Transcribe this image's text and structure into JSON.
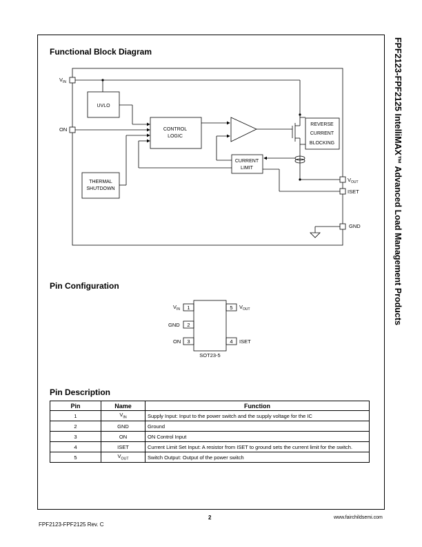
{
  "side_title": "FPF2123-FPF2125 IntelliMAX™ Advanced Load Management Products",
  "sections": {
    "block_diagram": "Functional Block Diagram",
    "pin_config": "Pin Configuration",
    "pin_description": "Pin Description"
  },
  "block_diagram": {
    "vin_label": "V",
    "vin_sub": "IN",
    "on_label": "ON",
    "vout_label": "V",
    "vout_sub": "OUT",
    "iset_label": "ISET",
    "gnd_label": "GND",
    "uvlo": "UVLO",
    "control_logic_1": "CONTROL",
    "control_logic_2": "LOGIC",
    "thermal_1": "THERMAL",
    "thermal_2": "SHUTDOWN",
    "current_limit_1": "CURRENT",
    "current_limit_2": "LIMIT",
    "reverse_1": "REVERSE",
    "reverse_2": "CURRENT",
    "reverse_3": "BLOCKING"
  },
  "pin_config": {
    "package": "SOT23-5",
    "left_pins": [
      {
        "num": "1",
        "label": "V",
        "sub": "IN"
      },
      {
        "num": "2",
        "label": "GND",
        "sub": ""
      },
      {
        "num": "3",
        "label": "ON",
        "sub": ""
      }
    ],
    "right_pins": [
      {
        "num": "5",
        "label": "V",
        "sub": "OUT"
      },
      {
        "num": "4",
        "label": "ISET",
        "sub": ""
      }
    ]
  },
  "pin_table": {
    "headers": [
      "Pin",
      "Name",
      "Function"
    ],
    "rows": [
      {
        "pin": "1",
        "name": "V",
        "name_sub": "IN",
        "function": "Supply Input: Input to the power switch and the supply voltage for the IC"
      },
      {
        "pin": "2",
        "name": "GND",
        "name_sub": "",
        "function": "Ground"
      },
      {
        "pin": "3",
        "name": "ON",
        "name_sub": "",
        "function": "ON Control Input"
      },
      {
        "pin": "4",
        "name": "ISET",
        "name_sub": "",
        "function": "Current Limit Set Input: A resistor from ISET to ground sets the current limit for the switch."
      },
      {
        "pin": "5",
        "name": "V",
        "name_sub": "OUT",
        "function": "Switch Output: Output of the power switch"
      }
    ]
  },
  "footer": {
    "left": "FPF2123-FPF2125 Rev. C",
    "page": "2",
    "url": "www.fairchildsemi.com"
  }
}
